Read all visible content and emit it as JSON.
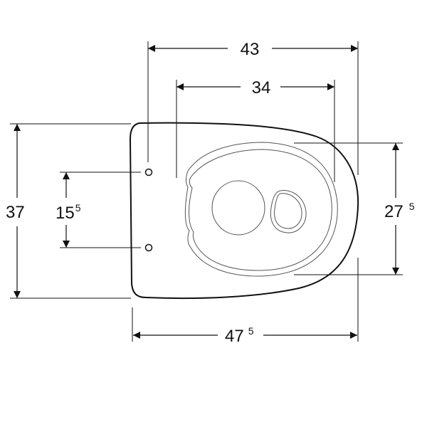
{
  "dimensions": {
    "width_outer": {
      "main": "43",
      "sup": ""
    },
    "width_inner": {
      "main": "34",
      "sup": ""
    },
    "total_length": {
      "main": "47",
      "sup": "5"
    },
    "height": {
      "main": "37",
      "sup": ""
    },
    "fixing_distance": {
      "main": "15",
      "sup": "5"
    },
    "bowl_depth": {
      "main": "27",
      "sup": "5"
    }
  },
  "colors": {
    "line": "#111111",
    "background": "#ffffff"
  }
}
